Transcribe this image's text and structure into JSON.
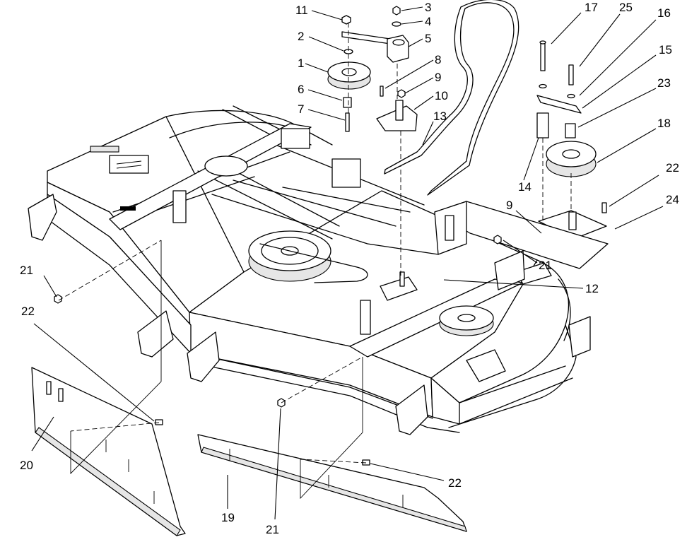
{
  "callouts": {
    "c1": "1",
    "c2": "2",
    "c3": "3",
    "c4": "4",
    "c5": "5",
    "c6": "6",
    "c7": "7",
    "c8": "8",
    "c9a": "9",
    "c9b": "9",
    "c10": "10",
    "c11": "11",
    "c12": "12",
    "c13": "13",
    "c14": "14",
    "c15": "15",
    "c16": "16",
    "c17": "17",
    "c18": "18",
    "c19": "19",
    "c20": "20",
    "c21a": "21",
    "c21b": "21",
    "c21c": "21",
    "c22a": "22",
    "c22b": "22",
    "c22c": "22",
    "c23": "23",
    "c24": "24",
    "c25": "25"
  }
}
